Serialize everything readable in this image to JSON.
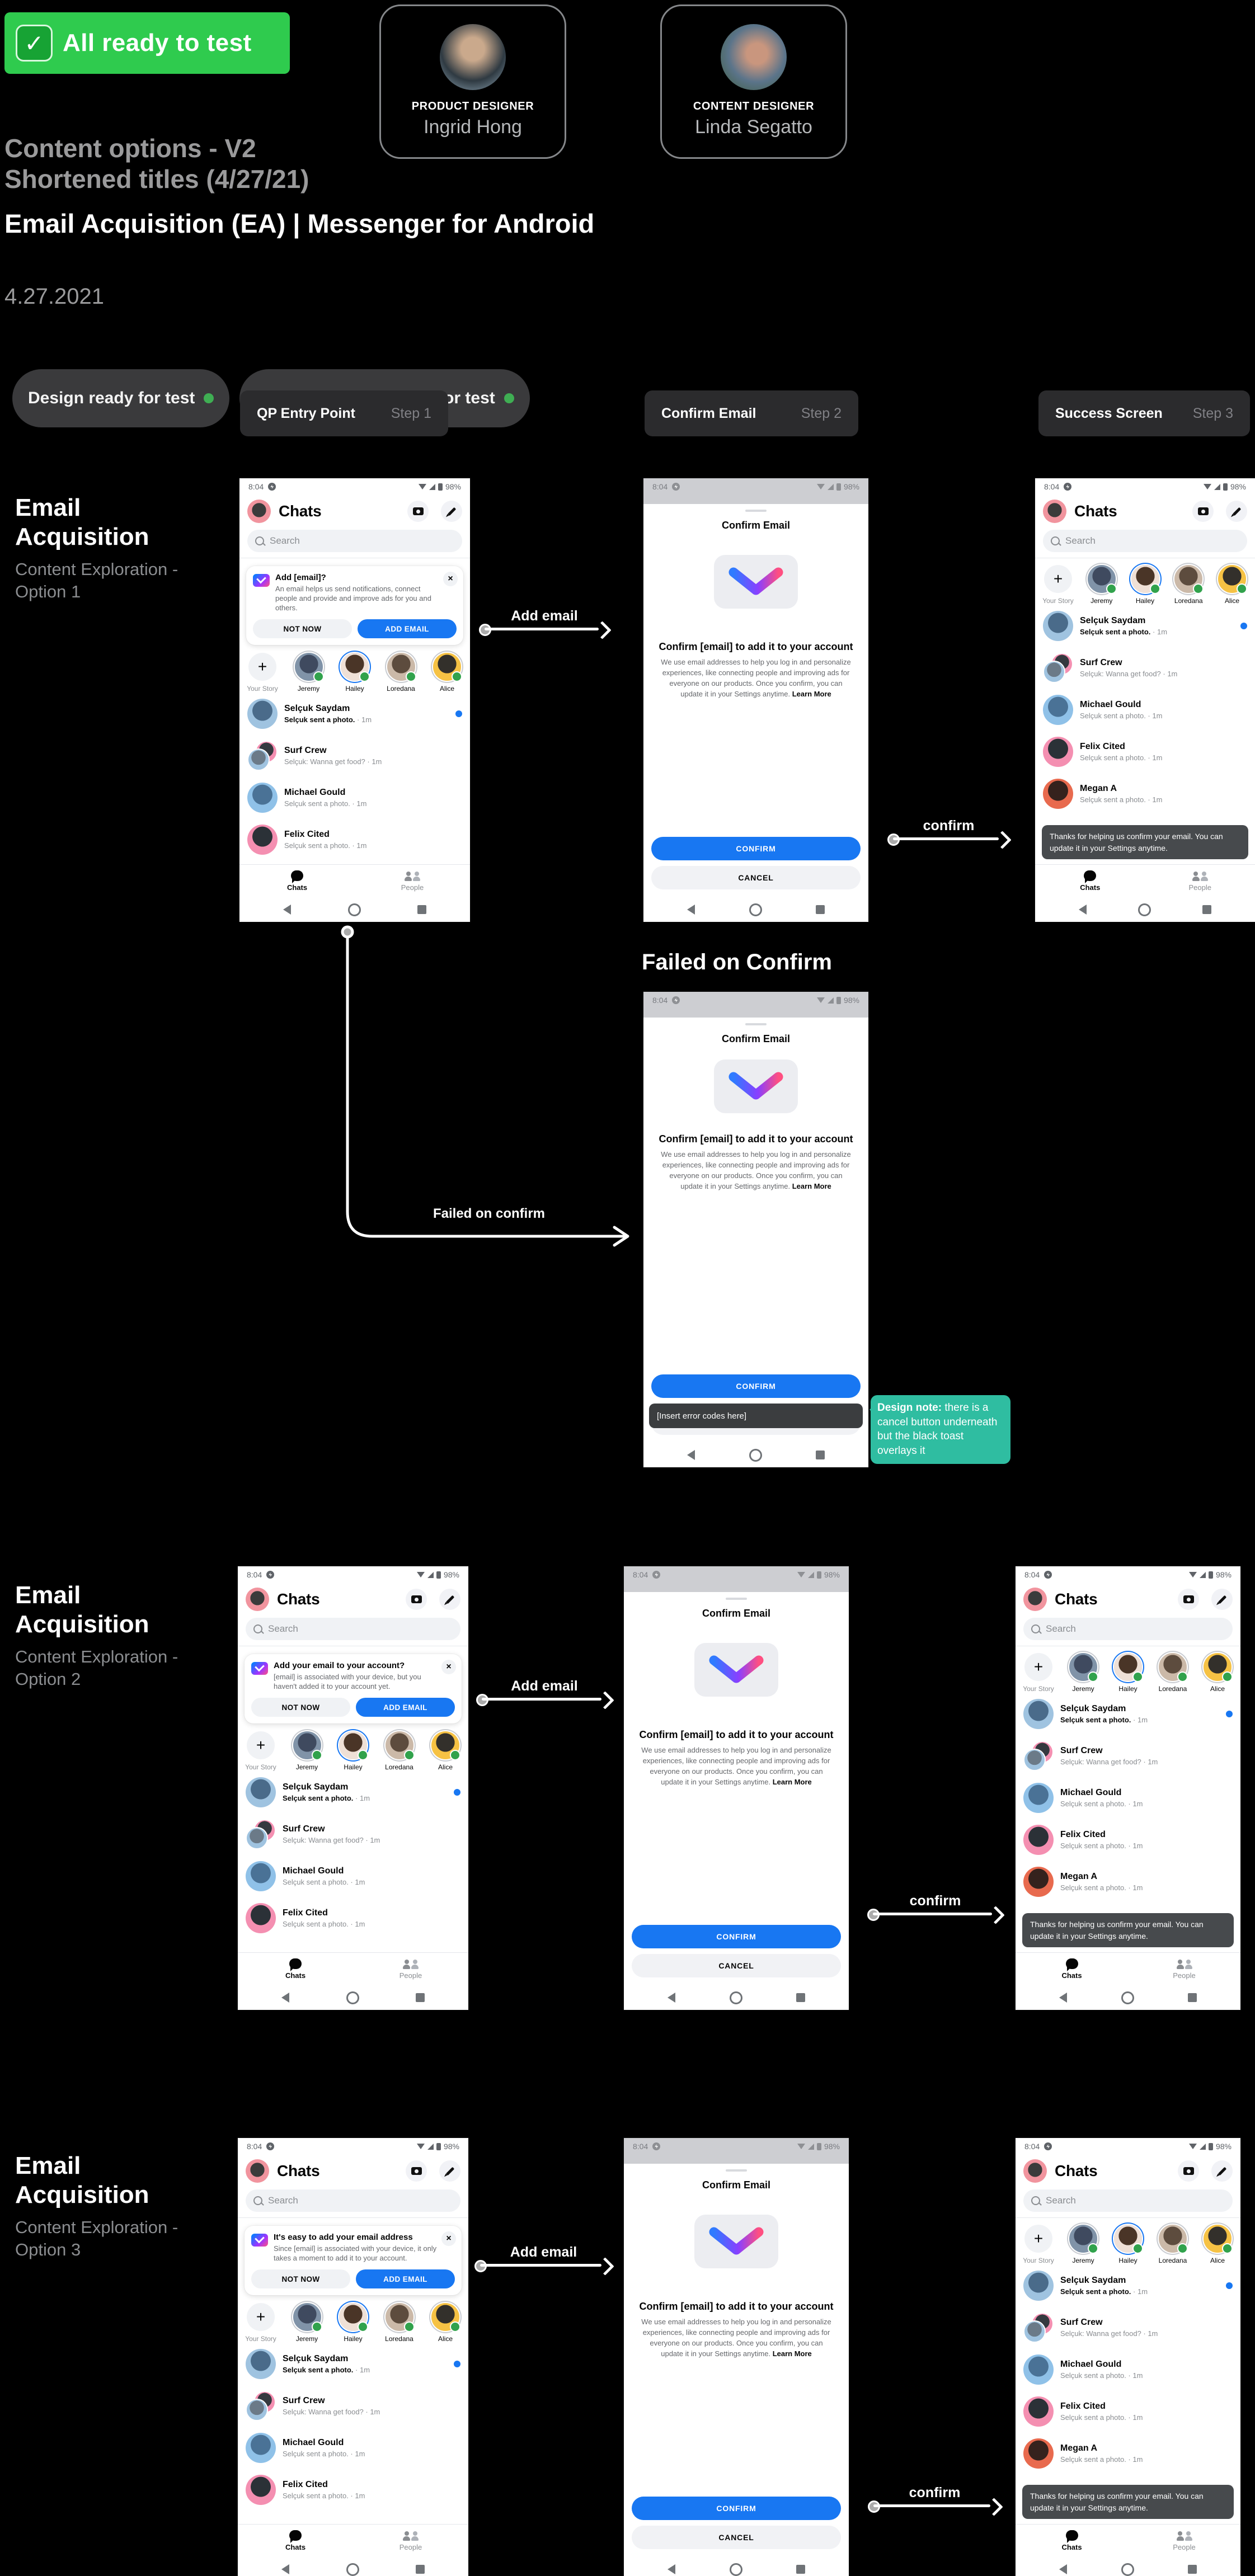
{
  "header": {
    "banner_label": "All ready to test",
    "subtitle_line1": "Content options - V2",
    "subtitle_line2": "Shortened titles (4/27/21)",
    "people": [
      {
        "role": "PRODUCT DESIGNER",
        "name": "Ingrid Hong"
      },
      {
        "role": "CONTENT DESIGNER",
        "name": "Linda Segatto"
      }
    ],
    "title": "Email Acquisition (EA) | Messenger for Android",
    "date": "4.27.2021",
    "pills": [
      "Design ready for test",
      "Content options ready for test"
    ]
  },
  "steps": [
    {
      "label": "QP Entry Point",
      "step": "Step 1"
    },
    {
      "label": "Confirm Email",
      "step": "Step 2"
    },
    {
      "label": "Success Screen",
      "step": "Step 3"
    }
  ],
  "rows": [
    {
      "heading": "Email Acquisition",
      "sub": "Content Exploration - Option 1"
    },
    {
      "heading": "Email Acquisition",
      "sub": "Content Exploration - Option 2"
    },
    {
      "heading": "Email Acquisition",
      "sub": "Content Exploration - Option 3"
    }
  ],
  "flows": {
    "add_email": "Add email",
    "confirm": "confirm",
    "failed": "Failed on confirm"
  },
  "failed_section": {
    "heading": "Failed on Confirm",
    "note_bold": "Design note:",
    "note_rest": " there is a cancel button underneath but the black toast overlays it"
  },
  "phone": {
    "status_time": "8:04",
    "battery": "98%",
    "chats_title": "Chats",
    "search_placeholder": "Search",
    "qp_options": [
      {
        "title": "Add [email]?",
        "body": "An email helps us send notifications, connect people and provide and improve ads for you and others."
      },
      {
        "title": "Add your email to your account?",
        "body": "[email] is associated with your device, but you haven't added it to your account yet."
      },
      {
        "title": "It's easy to add your email address",
        "body": "Since [email] is associated with your device, it only takes a moment to add it to your account."
      }
    ],
    "qp_buttons": {
      "not_now": "NOT NOW",
      "add_email": "ADD EMAIL"
    },
    "stories": [
      {
        "name": "Your Story",
        "type": "add"
      },
      {
        "name": "Jeremy",
        "c1": "#8093a8",
        "c2": "#3f4a5f"
      },
      {
        "name": "Hailey",
        "c1": "#efe0d6",
        "c2": "#4a3527",
        "ring": "blue"
      },
      {
        "name": "Loredana",
        "c1": "#cbb9a8",
        "c2": "#5d4c3e"
      },
      {
        "name": "Alice",
        "c1": "#f6c244",
        "c2": "#33302b"
      }
    ],
    "chats": [
      {
        "name": "Selçuk Saydam",
        "preview": "Selçuk sent a photo.",
        "time": "· 1m",
        "unread": true,
        "c1": "#9fc3e0",
        "c2": "#4a6b8a"
      },
      {
        "name": "Surf Crew",
        "preview": "Selçuk: Wanna get food? · 1m",
        "double": true
      },
      {
        "name": "Michael Gould",
        "preview": "Selçuk sent a photo. · 1m",
        "c1": "#8fc1e8",
        "c2": "#4a7296"
      },
      {
        "name": "Felix Cited",
        "preview": "Selçuk sent a photo. · 1m",
        "c1": "#f48fb1",
        "c2": "#2b3137"
      },
      {
        "name": "Megan A",
        "preview": "Selçuk sent a photo. · 1m",
        "c1": "#e86a4e",
        "c2": "#35221d"
      }
    ],
    "nav": {
      "chats": "Chats",
      "people": "People"
    },
    "success_toast": "Thanks for helping us confirm your email. You can update it in your Settings anytime.",
    "confirm_screen": {
      "title": "Confirm Email",
      "heading": "Confirm [email] to add it to your account",
      "body": "We use email addresses to help you log in and personalize experiences, like connecting people and improving ads for everyone on our products. Once you confirm, you can update it in your Settings anytime.",
      "learn_more": "Learn More",
      "confirm": "CONFIRM",
      "cancel": "CANCEL",
      "error_toast": "[Insert error codes here]"
    }
  },
  "colors": {
    "banner_green": "#2fcb4e",
    "accent_blue": "#1877f2",
    "online_green": "#31a24c",
    "note_teal": "#2fbda1",
    "toast_gray": "#474a4d"
  }
}
